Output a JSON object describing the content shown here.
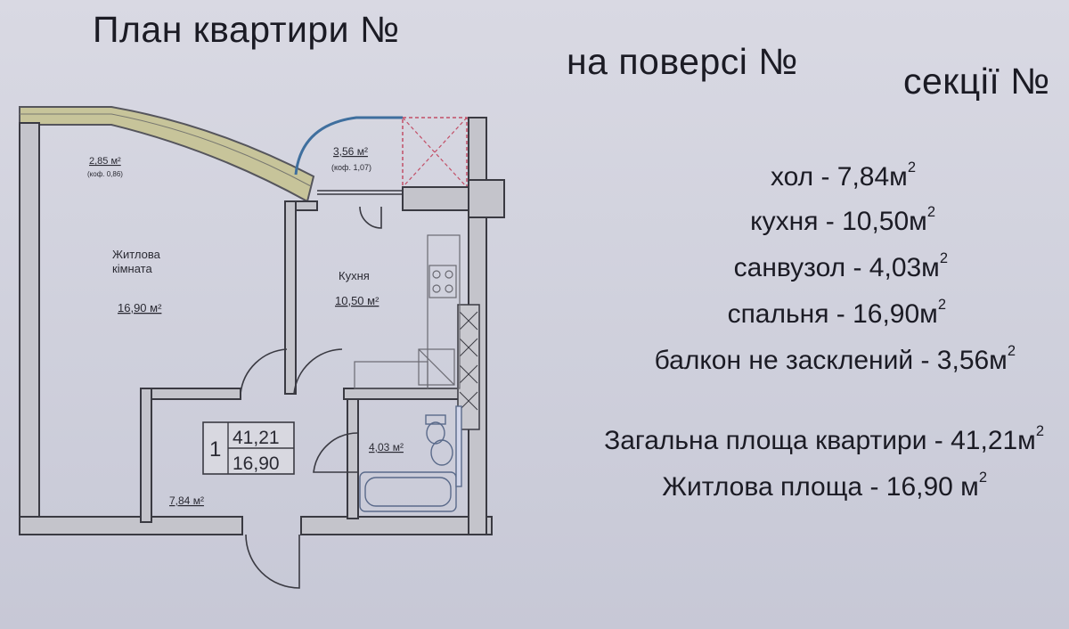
{
  "header": {
    "plan_title": "План квартири №",
    "floor_label": "на поверсі №",
    "section_label": "секції №"
  },
  "plan": {
    "living_room_name_line1": "Житлова",
    "living_room_name_line2": "кімната",
    "living_room_area": "16,90 м²",
    "loggia_area": "2,85 м²",
    "loggia_coef": "(коф. 0,86)",
    "balcony_area": "3,56 м²",
    "balcony_coef": "(коф. 1,07)",
    "kitchen_name": "Кухня",
    "kitchen_area": "10,50 м²",
    "bathroom_area": "4,03 м²",
    "hall_area": "7,84 м²",
    "apartment_rooms": "1",
    "apartment_total_area": "41,21",
    "apartment_living_area": "16,90"
  },
  "summary": {
    "hall": "хол - 7,84м",
    "kitchen": "кухня - 10,50м",
    "bathroom": "санвузол - 4,03м",
    "bedroom": "спальня - 16,90м",
    "balcony": "балкон не засклений - 3,56м",
    "total_area": "Загальна площа квартири - 41,21м",
    "living_area": "Житлова площа - 16,90 м",
    "unit_exponent": "2"
  }
}
